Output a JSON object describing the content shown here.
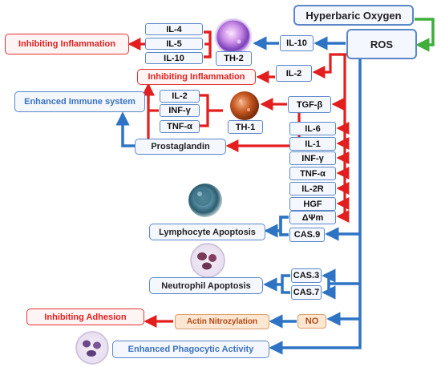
{
  "nodes": {
    "hbo": "Hyperbaric  Oxygen",
    "ros": "ROS",
    "il10_ros": "IL-10",
    "il2_ros": "IL-2",
    "tgfb": "TGF-β",
    "il6": "IL-6",
    "il1": "IL-1",
    "infg_col": "INF-γ",
    "tnfa_col": "TNF-α",
    "il2r": "IL-2R",
    "hgf": "HGF",
    "dpsim": "ΔΨm",
    "cas9": "CAS.9",
    "cas3": "CAS.3",
    "cas7": "CAS.7",
    "no": "NO",
    "th2_il4": "IL-4",
    "th2_il5": "IL-5",
    "th2_il10": "IL-10",
    "th2": "TH-2",
    "inhib_infl_1": "Inhibiting Inflammation",
    "inhib_infl_2": "Inhibiting Inflammation",
    "enhanced_immune": "Enhanced Immune system",
    "th1_il2": "IL-2",
    "th1_infg": "INF-γ",
    "th1_tnfa": "TNF-α",
    "th1": "TH-1",
    "prostaglandin": "Prostaglandin",
    "lymph_apop": "Lymphocyte Apoptosis",
    "neutro_apop": "Neutrophil Apoptosis",
    "actin": "Actin Nitrozylation",
    "inhib_adhesion": "Inhibiting Adhesion",
    "phagocytic": "Enhanced Phagocytic Activity"
  },
  "colors": {
    "blue_arrow": "#2f74c4",
    "red_arrow": "#e31e1e",
    "green_arrow": "#3fae3a",
    "box_border": "#5b87c8",
    "red_text": "#e31e1e",
    "blue_text": "#3a72c2",
    "peach_fill": "#fde6d2"
  },
  "icons": [
    "th2-cell-icon",
    "th1-cell-icon",
    "lymphocyte-cell-icon",
    "neutrophil-cell-icon",
    "phagocyte-cell-icon"
  ]
}
